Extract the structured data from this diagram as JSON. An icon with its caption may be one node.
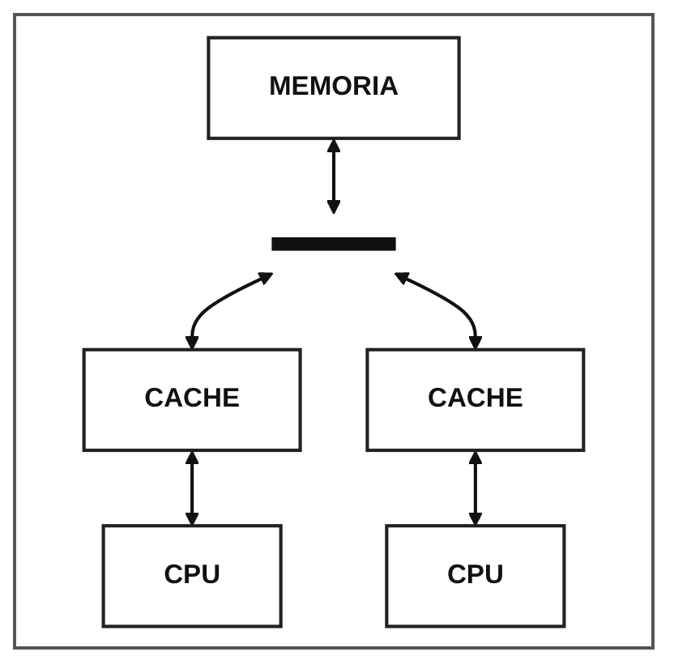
{
  "diagram": {
    "nodes": [
      {
        "text": [
          "MEMORIA"
        ]
      },
      {
        "text": [],
        "shape": "bar"
      },
      {
        "text": [
          "CACHE"
        ]
      },
      {
        "text": [
          "CACHE"
        ]
      },
      {
        "text": [
          "CPU"
        ]
      },
      {
        "text": [
          "CPU"
        ]
      }
    ],
    "edges": [
      {
        "from": 0,
        "to": 1,
        "arrow": "both"
      },
      {
        "from": 1,
        "to": 2,
        "arrow": "both"
      },
      {
        "from": 1,
        "to": 3,
        "arrow": "both"
      },
      {
        "from": 2,
        "to": 4,
        "arrow": "both"
      },
      {
        "from": 3,
        "to": 5,
        "arrow": "both"
      }
    ]
  }
}
